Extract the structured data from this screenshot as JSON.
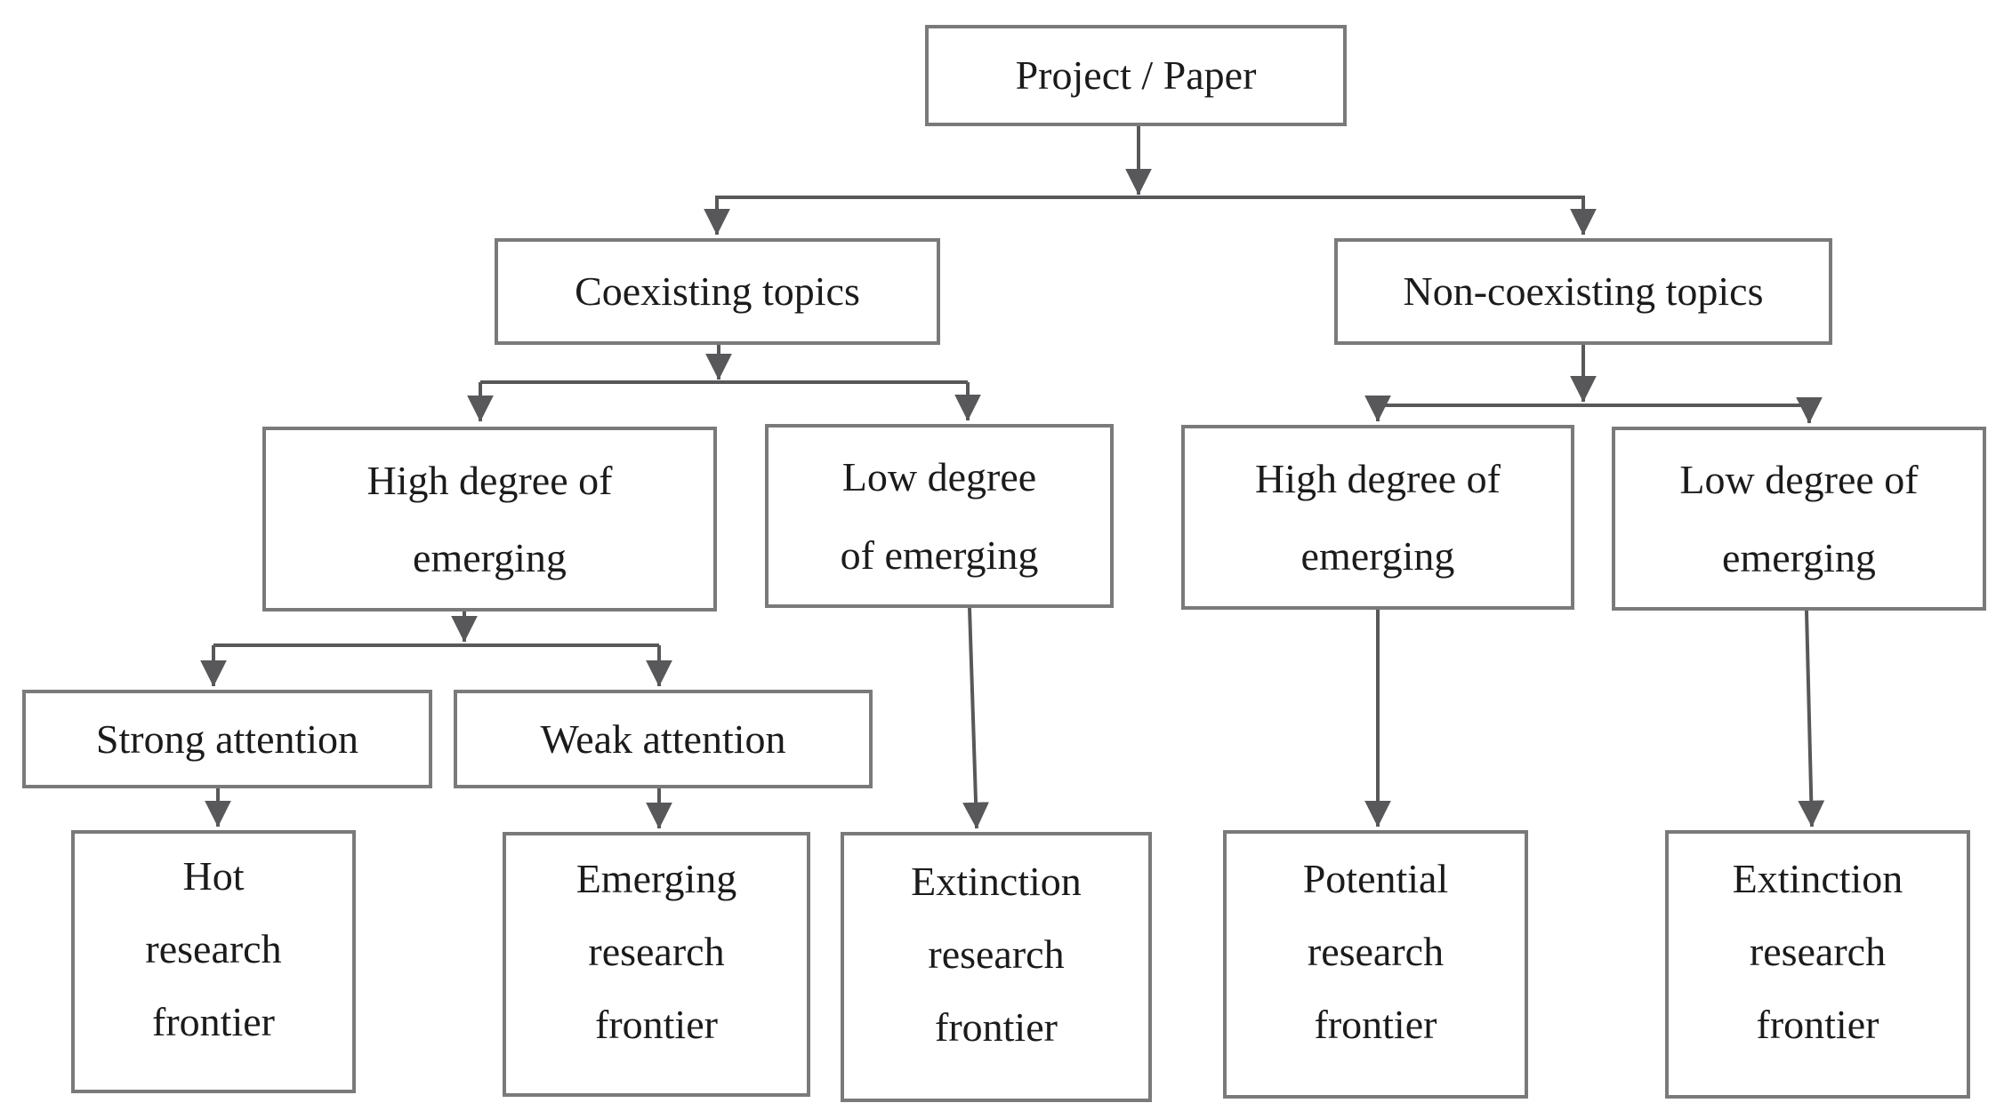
{
  "diagram": {
    "type": "flowchart",
    "colors": {
      "background": "#ffffff",
      "box_border": "#7a7a7a",
      "connector": "#58585a",
      "text": "#1b1b1b"
    },
    "nodes": {
      "project": [
        "Project / Paper"
      ],
      "coexisting": [
        "Coexisting topics"
      ],
      "noncoexisting": [
        "Non-coexisting topics"
      ],
      "high_l": [
        "High degree of",
        "emerging"
      ],
      "low_l": [
        "Low degree",
        "of emerging"
      ],
      "high_r": [
        "High degree of",
        "emerging"
      ],
      "low_r": [
        "Low degree of",
        "emerging"
      ],
      "strong": [
        "Strong attention"
      ],
      "weak": [
        "Weak attention"
      ],
      "hot": [
        "Hot",
        "research",
        "frontier"
      ],
      "emerging_rf": [
        "Emerging",
        "research",
        "frontier"
      ],
      "extinction_rf1": [
        "Extinction",
        "research",
        "frontier"
      ],
      "potential_rf": [
        "Potential",
        "research",
        "frontier"
      ],
      "extinction_rf2": [
        "Extinction",
        "research",
        "frontier"
      ]
    },
    "edges": [
      [
        "project",
        "coexisting"
      ],
      [
        "project",
        "noncoexisting"
      ],
      [
        "coexisting",
        "high_l"
      ],
      [
        "coexisting",
        "low_l"
      ],
      [
        "noncoexisting",
        "high_r"
      ],
      [
        "noncoexisting",
        "low_r"
      ],
      [
        "high_l",
        "strong"
      ],
      [
        "high_l",
        "weak"
      ],
      [
        "strong",
        "hot"
      ],
      [
        "weak",
        "emerging_rf"
      ],
      [
        "low_l",
        "extinction_rf1"
      ],
      [
        "high_r",
        "potential_rf"
      ],
      [
        "low_r",
        "extinction_rf2"
      ]
    ]
  }
}
